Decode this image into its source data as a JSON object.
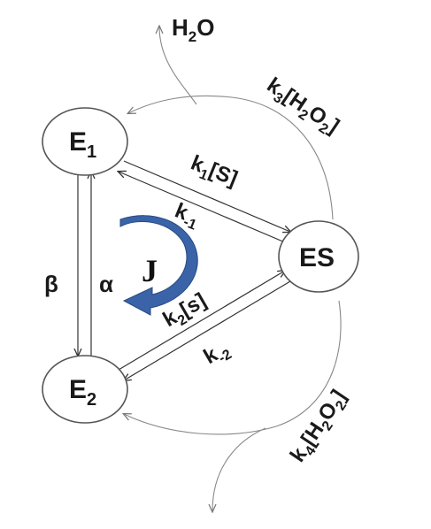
{
  "nodes": {
    "e1": {
      "base": "E",
      "sub": "1"
    },
    "es": {
      "label": "ES"
    },
    "e2": {
      "base": "E",
      "sub": "2"
    }
  },
  "water": {
    "pre": "H",
    "sub": "2",
    "post": "O"
  },
  "rates": {
    "k3": {
      "k": "k",
      "ksub": "3",
      "open": "[H",
      "s1": "2",
      "mid": "O",
      "s2": "2",
      "close": "]"
    },
    "k4": {
      "k": "k",
      "ksub": "4",
      "open": "[H",
      "s1": "2",
      "mid": "O",
      "s2": "2",
      "close": "]"
    },
    "k1": {
      "k": "k",
      "ksub": "1",
      "rest": "[S]"
    },
    "km1": {
      "k": "k",
      "ksub": "-1"
    },
    "k2": {
      "k": "k",
      "ksub": "2",
      "rest": "[s]"
    },
    "km2": {
      "k": "k",
      "ksub": "-2"
    }
  },
  "greek": {
    "alpha": "α",
    "beta": "β"
  },
  "flux": {
    "label": "J",
    "arrow_color": "#3a63a8"
  }
}
